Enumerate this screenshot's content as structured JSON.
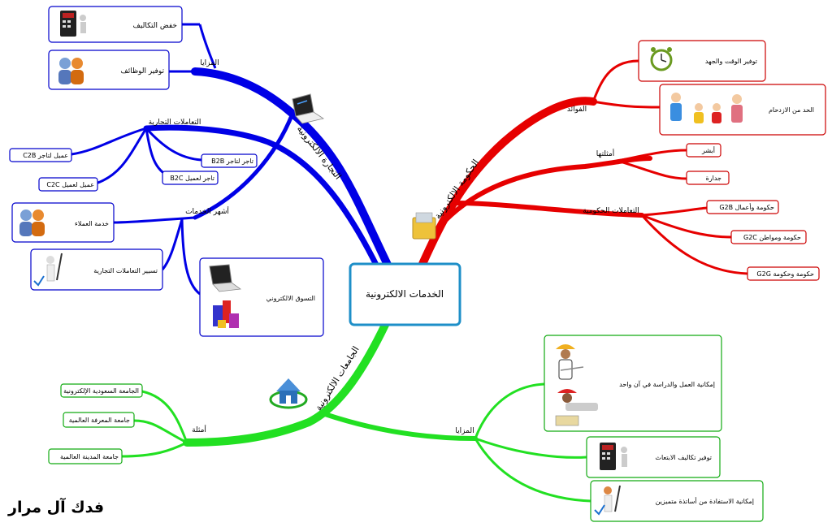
{
  "center": {
    "title": "الخدمات الالكترونية"
  },
  "branches": {
    "ecommerce": {
      "label": "التجارة الالكترونية",
      "color": "#0000e6",
      "advantages": {
        "label": "المزايا",
        "items": [
          "خفض التكاليف",
          "توفير الوظائف"
        ]
      },
      "transactions": {
        "label": "التعاملات التجارية",
        "items": [
          "عميل لتاجر C2B",
          "عميل لعميل C2C",
          "تاجر لتاجر B2B",
          "تاجر لعميل B2C"
        ]
      },
      "services": {
        "label": "أشهر الخدمات",
        "items": [
          "خدمة العملاء",
          "تسيير التعاملات التجارية",
          "التسوق الالكتروني"
        ]
      }
    },
    "egov": {
      "label": "الحكومة الالكترونية",
      "color": "#e60000",
      "benefits": {
        "label": "الفوائد",
        "items": [
          "توفير الوقت والجهد",
          "الحد من الازدحام"
        ]
      },
      "examples": {
        "label": "أمثلتها",
        "items": [
          "أبشر",
          "جدارة"
        ]
      },
      "transactions": {
        "label": "التعاملات الحكومية",
        "items": [
          "حكومة وأعمال G2B",
          "حكومة ومواطن G2C",
          "حكومة وحكومة G2G"
        ]
      }
    },
    "euni": {
      "label": "الجامعات الالكترونية",
      "color": "#22e022",
      "examples": {
        "label": "أمثلة",
        "items": [
          "الجامعة السعودية الإلكترونية",
          "جامعة المعرفة العالمية",
          "جامعة المدينة العالمية"
        ]
      },
      "advantages": {
        "label": "المزايا",
        "items": [
          "إمكانية العمل والدراسة في آن واحد",
          "توفير تكاليف الابتعاث",
          "إمكانية الاستفادة من أساتذة متميزين"
        ]
      }
    }
  },
  "author": "فدك آل مرار"
}
